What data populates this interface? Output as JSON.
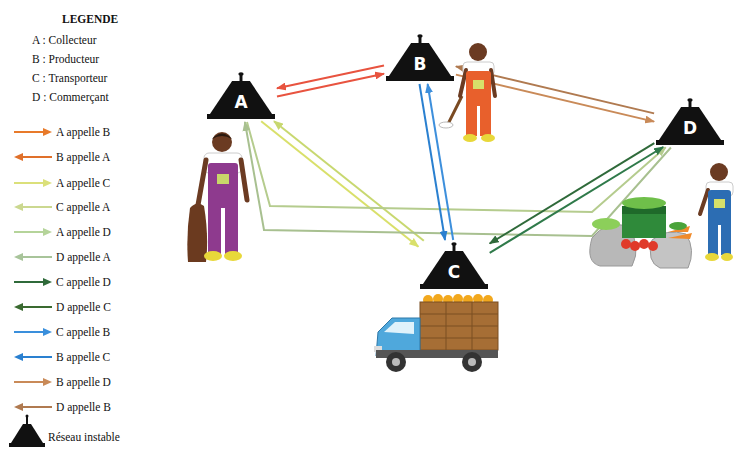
{
  "diagram": {
    "nodes": [
      {
        "text": [
          "A"
        ]
      },
      {
        "text": [
          "B"
        ]
      },
      {
        "text": [
          "C"
        ]
      },
      {
        "text": [
          "D"
        ]
      }
    ],
    "edges": [
      {
        "from": 0,
        "to": 1,
        "arrow": "to"
      },
      {
        "from": 1,
        "to": 0,
        "arrow": "to"
      },
      {
        "from": 0,
        "to": 2,
        "arrow": "to"
      },
      {
        "from": 2,
        "to": 0,
        "arrow": "to"
      },
      {
        "from": 0,
        "to": 3,
        "arrow": "to"
      },
      {
        "from": 3,
        "to": 0,
        "arrow": "to"
      },
      {
        "from": 2,
        "to": 3,
        "arrow": "to"
      },
      {
        "from": 3,
        "to": 2,
        "arrow": "to"
      },
      {
        "from": 2,
        "to": 1,
        "arrow": "to"
      },
      {
        "from": 1,
        "to": 2,
        "arrow": "to"
      },
      {
        "from": 1,
        "to": 3,
        "arrow": "to"
      },
      {
        "from": 3,
        "to": 1,
        "arrow": "to"
      }
    ],
    "labels": [
      "LEGENDE"
    ],
    "legend": [
      {
        "text": "A : Collecteur"
      },
      {
        "text": "B : Producteur"
      },
      {
        "text": "C : Transporteur"
      },
      {
        "text": "D : Commerçant"
      },
      {
        "text": "A appelle B"
      },
      {
        "text": "B appelle A"
      },
      {
        "text": "A appelle C"
      },
      {
        "text": "C appelle A"
      },
      {
        "text": "A appelle D"
      },
      {
        "text": "D appelle A"
      },
      {
        "text": "C appelle D"
      },
      {
        "text": "D appelle C"
      },
      {
        "text": "C appelle B"
      },
      {
        "text": "B appelle C"
      },
      {
        "text": "B appelle D"
      },
      {
        "text": "D appelle B"
      },
      {
        "text": "Réseau instable"
      }
    ]
  }
}
